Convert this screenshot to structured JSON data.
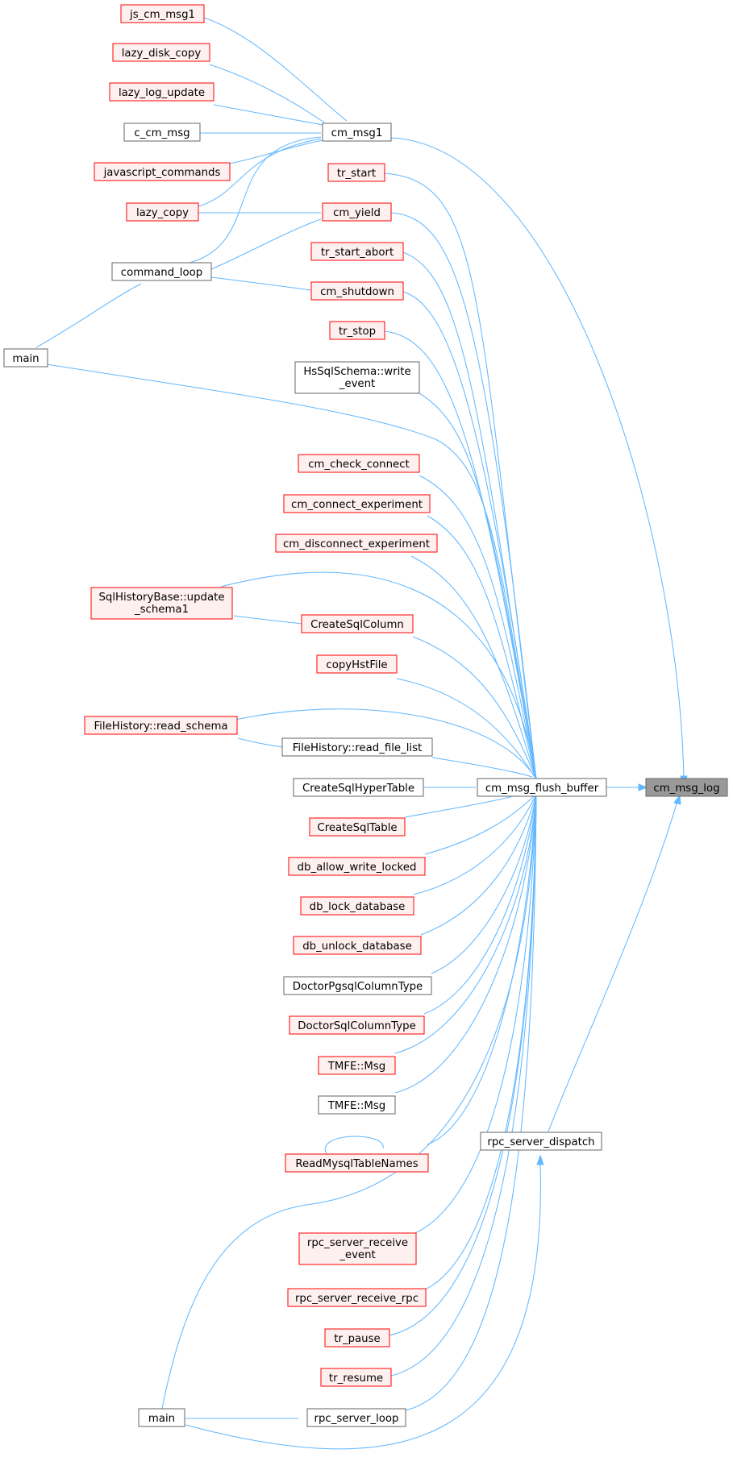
{
  "graph": {
    "nodes": {
      "js_cm_msg1": "js_cm_msg1",
      "lazy_disk_copy": "lazy_disk_copy",
      "lazy_log_update": "lazy_log_update",
      "c_cm_msg": "c_cm_msg",
      "javascript_commands": "javascript_commands",
      "lazy_copy": "lazy_copy",
      "command_loop": "command_loop",
      "main_top": "main",
      "cm_msg1": "cm_msg1",
      "tr_start": "tr_start",
      "cm_yield": "cm_yield",
      "tr_start_abort": "tr_start_abort",
      "cm_shutdown": "cm_shutdown",
      "tr_stop": "tr_stop",
      "hs_write_event_l1": "HsSqlSchema::write",
      "hs_write_event_l2": "_event",
      "cm_check_connect": "cm_check_connect",
      "cm_connect_experiment": "cm_connect_experiment",
      "cm_disconnect_experiment": "cm_disconnect_experiment",
      "sql_update_schema1_l1": "SqlHistoryBase::update",
      "sql_update_schema1_l2": "_schema1",
      "CreateSqlColumn": "CreateSqlColumn",
      "copyHstFile": "copyHstFile",
      "FileHistory_read_schema": "FileHistory::read_schema",
      "FileHistory_read_file_list": "FileHistory::read_file_list",
      "CreateSqlHyperTable": "CreateSqlHyperTable",
      "CreateSqlTable": "CreateSqlTable",
      "db_allow_write_locked": "db_allow_write_locked",
      "db_lock_database": "db_lock_database",
      "db_unlock_database": "db_unlock_database",
      "DoctorPgsqlColumnType": "DoctorPgsqlColumnType",
      "DoctorSqlColumnType": "DoctorSqlColumnType",
      "TMFE_Msg_1": "TMFE::Msg",
      "TMFE_Msg_2": "TMFE::Msg",
      "ReadMysqlTableNames": "ReadMysqlTableNames",
      "rpc_server_receive_event_l1": "rpc_server_receive",
      "rpc_server_receive_event_l2": "_event",
      "rpc_server_receive_rpc": "rpc_server_receive_rpc",
      "tr_pause": "tr_pause",
      "tr_resume": "tr_resume",
      "main_bottom": "main",
      "rpc_server_loop": "rpc_server_loop",
      "cm_msg_flush_buffer": "cm_msg_flush_buffer",
      "rpc_server_dispatch": "rpc_server_dispatch",
      "cm_msg_log": "cm_msg_log"
    },
    "colors": {
      "edge": "#63b8ff",
      "red_border": "#ff0000",
      "red_fill": "#fff0f0",
      "gray_border": "#666666",
      "selected_fill": "#999999"
    }
  }
}
